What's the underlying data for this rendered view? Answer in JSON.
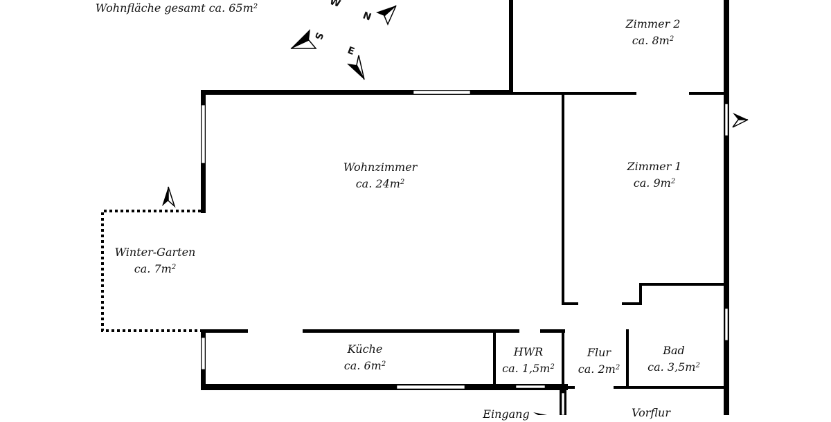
{
  "total_area": "Wohnfläche gesamt ca. 65m²",
  "compass": {
    "north": "N",
    "south": "S",
    "east": "E",
    "west": "W"
  },
  "rooms": {
    "zimmer2": {
      "name": "Zimmer 2",
      "area": "ca. 8m"
    },
    "zimmer1": {
      "name": "Zimmer 1",
      "area": "ca. 9m"
    },
    "wohnzimmer": {
      "name": "Wohnzimmer",
      "area": "ca. 24m"
    },
    "wintergarten": {
      "name": "Winter-Garten",
      "area": "ca. 7m"
    },
    "kueche": {
      "name": "Küche",
      "area": "ca. 6m"
    },
    "hwr": {
      "name": "HWR",
      "area": "ca. 1,5m"
    },
    "flur": {
      "name": "Flur",
      "area": "ca. 2m"
    },
    "bad": {
      "name": "Bad",
      "area": "ca. 3,5m"
    },
    "eingang": {
      "name": "Eingang"
    },
    "vorflur": {
      "name": "Vorflur"
    }
  },
  "unit_exponent": "2",
  "colors": {
    "wall": "#000000",
    "window": "#ffffff",
    "background": "#ffffff"
  }
}
